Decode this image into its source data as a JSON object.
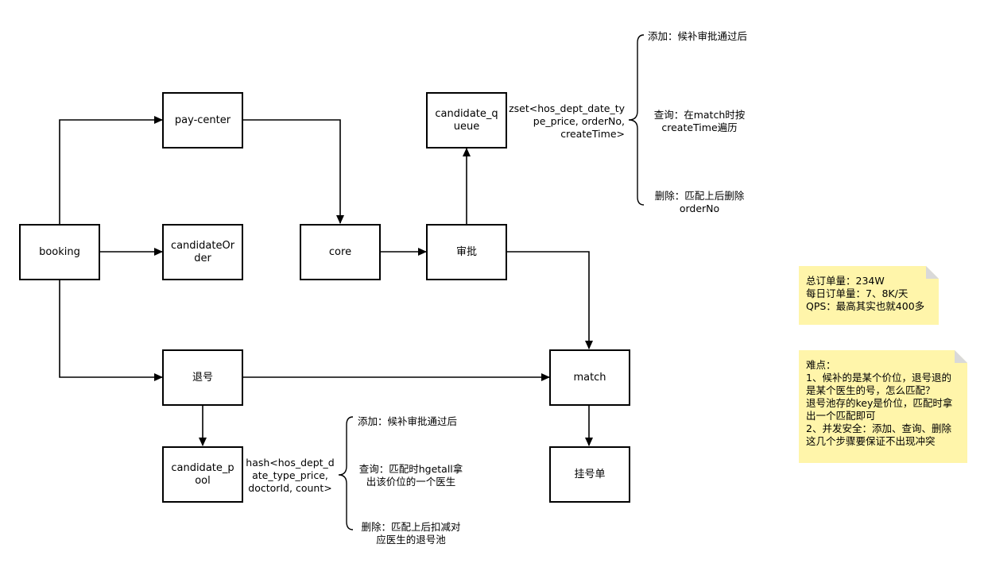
{
  "nodes": {
    "booking": "booking",
    "pay_center": "pay-center",
    "candidate_order": "candidateOr\nder",
    "core": "core",
    "candidate_queue": "candidate_q\nueue",
    "approval": "审批",
    "refund": "退号",
    "match": "match",
    "candidate_pool": "candidate_p\nool",
    "registration_order": "挂号单"
  },
  "queue_annotation": {
    "structure": "zset<hos_dept_date_ty\npe_price, orderNo,\ncreateTime>",
    "add": "添加：候补审批通过后",
    "query": "查询：在match时按\ncreateTime遍历",
    "delete": "删除：匹配上后删除\norderNo"
  },
  "pool_annotation": {
    "structure": "hash<hos_dept_d\nate_type_price,\ndoctorId, count>",
    "add": "添加：候补审批通过后",
    "query": "查询：匹配时hgetall拿\n出该价位的一个医生",
    "delete": "删除：匹配上后扣减对\n应医生的退号池"
  },
  "notes": {
    "stats": "总订单量：234W\n每日订单量：7、8K/天\nQPS：最高其实也就400多",
    "difficulties": "难点：\n1、候补的是某个价位，退号退的\n是某个医生的号，怎么匹配？\n退号池存的key是价位，匹配时拿\n出一个匹配即可\n2、并发安全：添加、查询、删除\n这几个步骤要保证不出现冲突"
  },
  "colors": {
    "note_fill": "#fff5aa",
    "note_fold": "#d9d9d9",
    "stroke": "#000000"
  }
}
